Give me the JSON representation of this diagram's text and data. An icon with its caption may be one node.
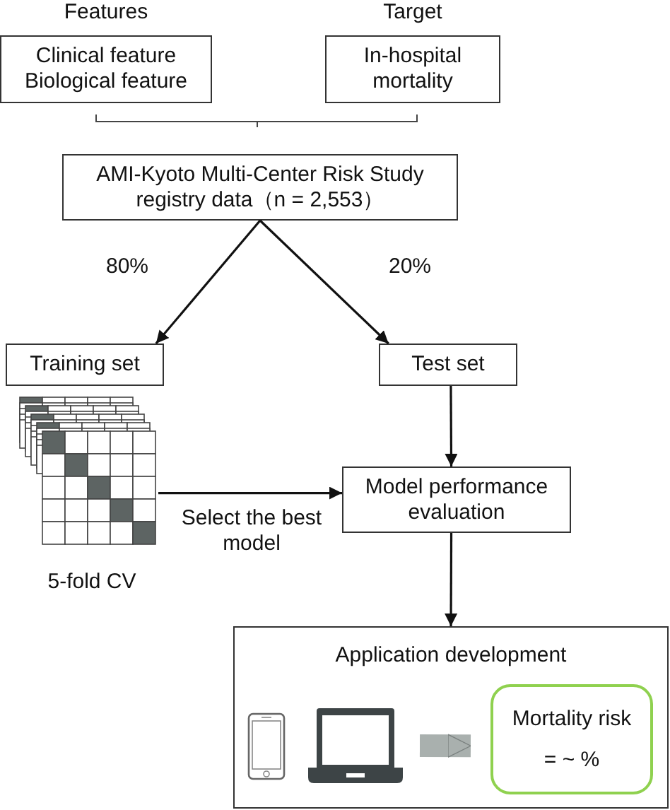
{
  "diagram": {
    "nodes": [
      {
        "text": [
          "Features",
          "Clinical feature Biological feature"
        ]
      },
      {
        "text": [
          "Target",
          "In-hospital mortality"
        ]
      },
      {
        "text": [
          "AMI-Kyoto Multi-Center Risk Study registry data（n = 2,553）"
        ]
      },
      {
        "text": [
          "Training set"
        ]
      },
      {
        "text": [
          "Test set"
        ]
      },
      {
        "text": [],
        "shape": "picture",
        "beside": [
          "5-fold CV"
        ]
      },
      {
        "text": [
          "Model performance evaluation"
        ]
      },
      {
        "text": [
          "Application development"
        ]
      },
      {
        "text": [],
        "shape": "picture",
        "in": 7
      },
      {
        "text": [
          "Mortality risk",
          "= ~ %"
        ],
        "in": 7
      }
    ],
    "edges": [
      {
        "from": 2,
        "to": 3,
        "arrow": "to",
        "label": "80%"
      },
      {
        "from": 2,
        "to": 4,
        "arrow": "to",
        "label": "20%"
      },
      {
        "from": 4,
        "to": 6,
        "arrow": "to"
      },
      {
        "from": 5,
        "to": 6,
        "arrow": "to",
        "label": "Select the best model"
      },
      {
        "from": 6,
        "to": 7,
        "arrow": "to"
      },
      {
        "from": 8,
        "to": 9,
        "arrow": "to",
        "style": "thick",
        "color": "#a9b0ae"
      }
    ]
  }
}
